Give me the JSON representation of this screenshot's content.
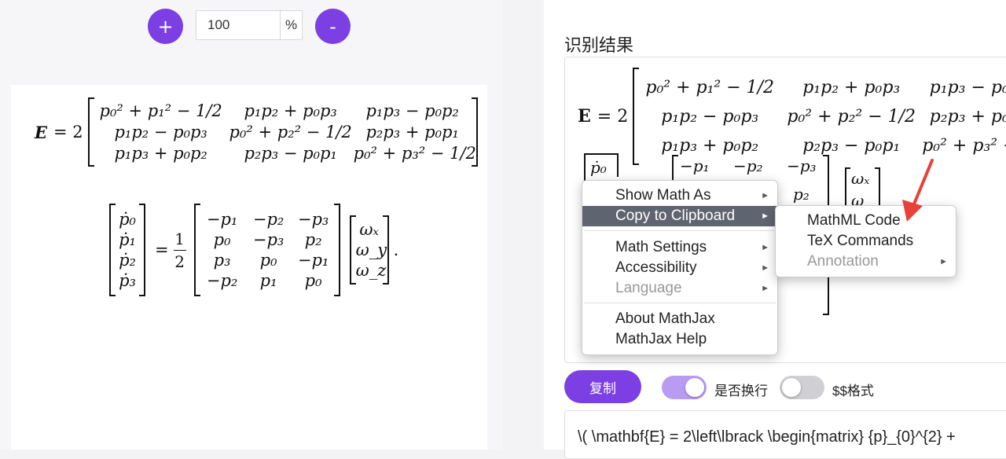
{
  "zoom": {
    "plus_label": "+",
    "value": "100",
    "unit": "%",
    "minus_label": "-"
  },
  "preview": {
    "eq1": {
      "lhs": "E",
      "eq": "= 2",
      "rows": [
        [
          "p₀² + p₁² − 1/2",
          "p₁p₂ + p₀p₃",
          "p₁p₃ − p₀p₂"
        ],
        [
          "p₁p₂ − p₀p₃",
          "p₀² + p₂² − 1/2",
          "p₂p₃ + p₀p₁"
        ],
        [
          "p₁p₃ + p₀p₂",
          "p₂p₃ − p₀p₁",
          "p₀² + p₃² − 1/2"
        ]
      ]
    },
    "eq2": {
      "lhs": [
        "ṗ₀",
        "ṗ₁",
        "ṗ₂",
        "ṗ₃"
      ],
      "eq": "=",
      "frac_num": "1",
      "frac_den": "2",
      "rows": [
        [
          "−p₁",
          "−p₂",
          "−p₃"
        ],
        [
          "p₀",
          "−p₃",
          "p₂"
        ],
        [
          "p₃",
          "p₀",
          "−p₁"
        ],
        [
          "−p₂",
          "p₁",
          "p₀"
        ]
      ],
      "vec": [
        "ωₓ",
        "ω_y",
        "ω_z"
      ],
      "tail": "."
    }
  },
  "result": {
    "title": "识别结果",
    "eq1": {
      "lhs": "E",
      "eq": "= 2",
      "rows": [
        [
          "p₀² + p₁² − 1/2",
          "p₁p₂ + p₀p₃",
          "p₁p₃ − p₀"
        ],
        [
          "p₁p₂ − p₀p₃",
          "p₀² + p₂² − 1/2",
          "p₂p₃ + p₀"
        ],
        [
          "p₁p₃ + p₀p₂",
          "p₂p₃ − p₀p₁",
          "p₀² + p₃² −"
        ]
      ]
    },
    "eq2_partial": {
      "lhs": "ṗ₀",
      "row1": [
        "−p₁",
        "−p₂",
        "−p₃"
      ],
      "row2_col3": "p₂",
      "vec_top": "ωₓ",
      "vec_next": "ω"
    }
  },
  "context_menu": {
    "items": [
      {
        "label": "Show Math As",
        "submenu": true
      },
      {
        "label": "Copy to Clipboard",
        "submenu": true,
        "active": true
      },
      {
        "label": "Math Settings",
        "submenu": true
      },
      {
        "label": "Accessibility",
        "submenu": true
      },
      {
        "label": "Language",
        "submenu": true,
        "disabled": true
      },
      {
        "label": "About MathJax"
      },
      {
        "label": "MathJax Help"
      }
    ],
    "submenu": [
      {
        "label": "MathML Code"
      },
      {
        "label": "TeX Commands"
      },
      {
        "label": "Annotation",
        "submenu": true,
        "disabled": true
      }
    ],
    "arrow_glyph": "►"
  },
  "controls": {
    "copy_label": "复制",
    "wrap_label": "是否换行",
    "wrap_on": true,
    "dollar_label": "$$格式",
    "dollar_on": false,
    "accent": "#7b3fe4",
    "toggle_on_color": "#b89cf2",
    "toggle_off_color": "#d0d0d4"
  },
  "code": {
    "text": "\\( \\mathbf{E} = 2\\left\\lbrack  \\begin{matrix} {p}_{0}^{2} +"
  },
  "annotation_color": "#e8403a"
}
